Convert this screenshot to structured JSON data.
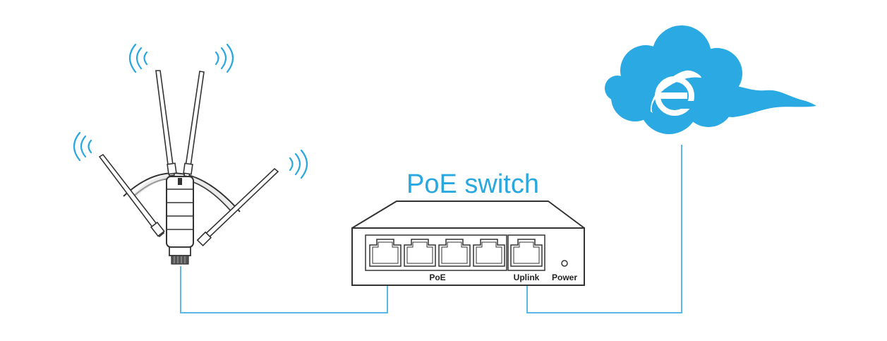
{
  "title": "PoE switch",
  "switch": {
    "poe_label": "PoE",
    "uplink_label": "Uplink",
    "power_label": "Power",
    "poe_port_count": 4,
    "uplink_port_count": 1
  },
  "icons": {
    "access_point": "outdoor-access-point-icon",
    "wifi_signal": "wifi-signal-icon",
    "internet": "internet-cloud-icon"
  },
  "colors": {
    "accent": "#29a8e0",
    "line": "#5bb7e6",
    "cloud": "#2aa9e2",
    "device_stroke": "#333333"
  }
}
